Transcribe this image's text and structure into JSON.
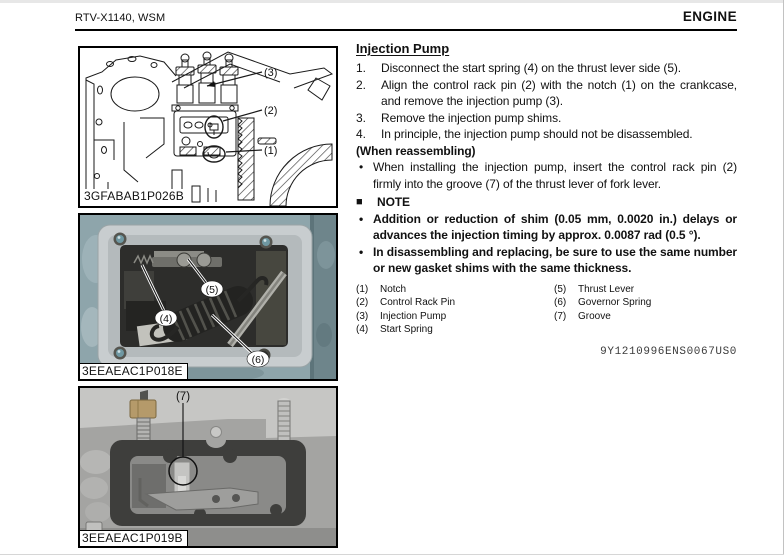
{
  "header": {
    "left": "RTV-X1140, WSM",
    "right": "ENGINE"
  },
  "section": {
    "title": "Injection Pump",
    "bullet_char": "•",
    "steps": [
      {
        "num": "1.",
        "text": "Disconnect the start spring (4) on the thrust lever side (5)."
      },
      {
        "num": "2.",
        "text": "Align the control rack pin (2) with the notch (1) on the crankcase, and remove the injection pump (3)."
      },
      {
        "num": "3.",
        "text": "Remove the injection pump shims."
      },
      {
        "num": "4.",
        "text": "In principle, the injection pump should not be disassembled."
      }
    ],
    "when_reassembling": {
      "heading": "(When reassembling)",
      "bullets": [
        "When installing the injection pump, insert the control rack pin (2) firmly into the groove (7) of the thrust lever of fork lever."
      ]
    },
    "note": {
      "marker": "■",
      "heading": "NOTE",
      "bullets": [
        "Addition or reduction of shim (0.05 mm, 0.0020 in.) delays or advances the injection timing by approx. 0.0087 rad (0.5 °).",
        "In disassembling and replacing, be sure to use the same number or new gasket shims with the same thickness."
      ]
    },
    "legend_left": [
      {
        "num": "(1)",
        "label": "Notch"
      },
      {
        "num": "(2)",
        "label": "Control Rack Pin"
      },
      {
        "num": "(3)",
        "label": "Injection Pump"
      },
      {
        "num": "(4)",
        "label": "Start Spring"
      }
    ],
    "legend_right": [
      {
        "num": "(5)",
        "label": "Thrust Lever"
      },
      {
        "num": "(6)",
        "label": "Governor Spring"
      },
      {
        "num": "(7)",
        "label": "Groove"
      }
    ],
    "doc_code": "9Y1210996ENS0067US0"
  },
  "figures": [
    {
      "caption": "3GFABAB1P026B",
      "label_a": "(3)",
      "label_b": "(2)",
      "label_c": "(1)"
    },
    {
      "caption": "3EEAEAC1P018E",
      "label_a": "(5)",
      "label_b": "(4)",
      "label_c": "(6)"
    },
    {
      "caption": "3EEAEAC1P019B",
      "label_a": "(7)"
    }
  ],
  "colors": {
    "engine_casting": "#8ea5ab",
    "bolt_teal": "#6f98a2",
    "gasket_dark": "#3e3e3c"
  }
}
